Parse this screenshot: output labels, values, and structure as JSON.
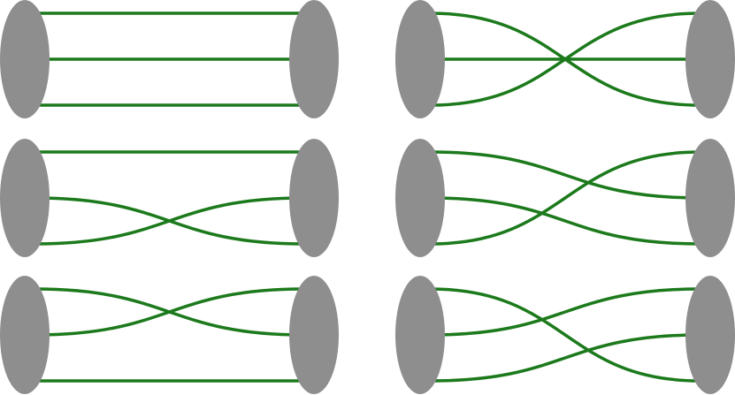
{
  "colors": {
    "node": "#8e8e8e",
    "strand": "#1c7a1c",
    "background": "#ffffff"
  },
  "panels": [
    {
      "permutation": [
        1,
        2,
        3
      ]
    },
    {
      "permutation": [
        3,
        2,
        1
      ]
    },
    {
      "permutation": [
        1,
        3,
        2
      ]
    },
    {
      "permutation": [
        2,
        3,
        1
      ]
    },
    {
      "permutation": [
        2,
        1,
        3
      ]
    },
    {
      "permutation": [
        3,
        1,
        2
      ]
    }
  ]
}
